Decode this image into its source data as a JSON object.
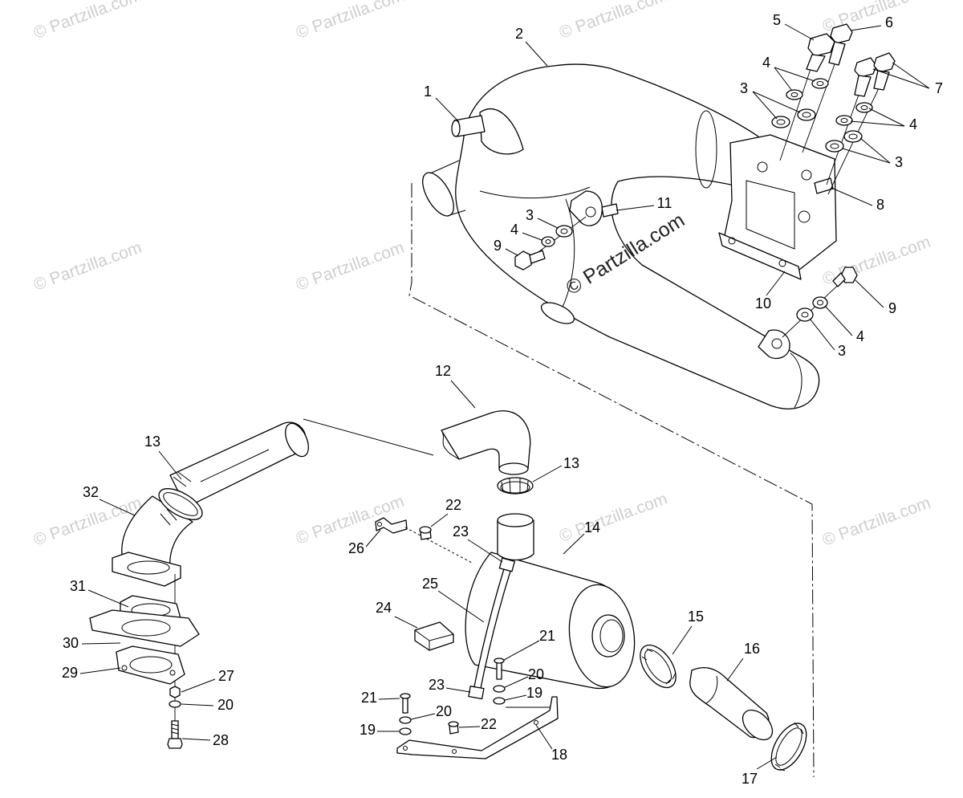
{
  "watermark": "© Partzilla.com",
  "colors": {
    "line": "#000000",
    "background": "#ffffff",
    "watermark": "#cfcfcf"
  },
  "diagram": {
    "callouts": [
      "1",
      "2",
      "3",
      "4",
      "5",
      "6",
      "7",
      "4",
      "3",
      "8",
      "11",
      "3",
      "4",
      "9",
      "10",
      "9",
      "4",
      "3",
      "12",
      "13",
      "32",
      "13",
      "22",
      "14",
      "23",
      "26",
      "25",
      "24",
      "31",
      "30",
      "29",
      "27",
      "20",
      "28",
      "21",
      "20",
      "19",
      "23",
      "21",
      "20",
      "19",
      "22",
      "18",
      "15",
      "16",
      "17"
    ]
  }
}
